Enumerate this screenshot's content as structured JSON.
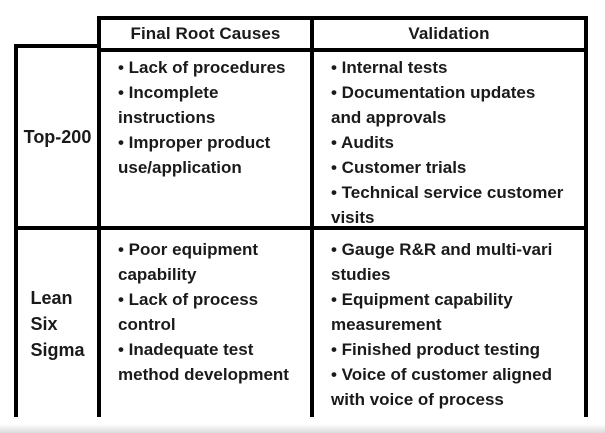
{
  "table": {
    "headers": {
      "root_causes": "Final Root Causes",
      "validation": "Validation"
    },
    "rows": [
      {
        "label": "Top-200",
        "root_causes": [
          "• Lack of procedures",
          "• Incomplete\ninstructions",
          "• Improper product\nuse/application"
        ],
        "validation": [
          "• Internal tests",
          "• Documentation updates\nand approvals",
          "• Audits",
          "• Customer trials",
          "• Technical service customer\nvisits"
        ]
      },
      {
        "label": "Lean\nSix\nSigma",
        "root_causes": [
          "• Poor equipment\ncapability",
          "• Lack of process\ncontrol",
          "• Inadequate test\nmethod development"
        ],
        "validation": [
          "• Gauge R&R and multi-vari\nstudies",
          "• Equipment capability\nmeasurement",
          "• Finished product testing",
          "• Voice of customer aligned\nwith voice of process"
        ]
      }
    ]
  },
  "colors": {
    "border": "#000000",
    "text": "#1a1a1a",
    "background": "#ffffff"
  }
}
